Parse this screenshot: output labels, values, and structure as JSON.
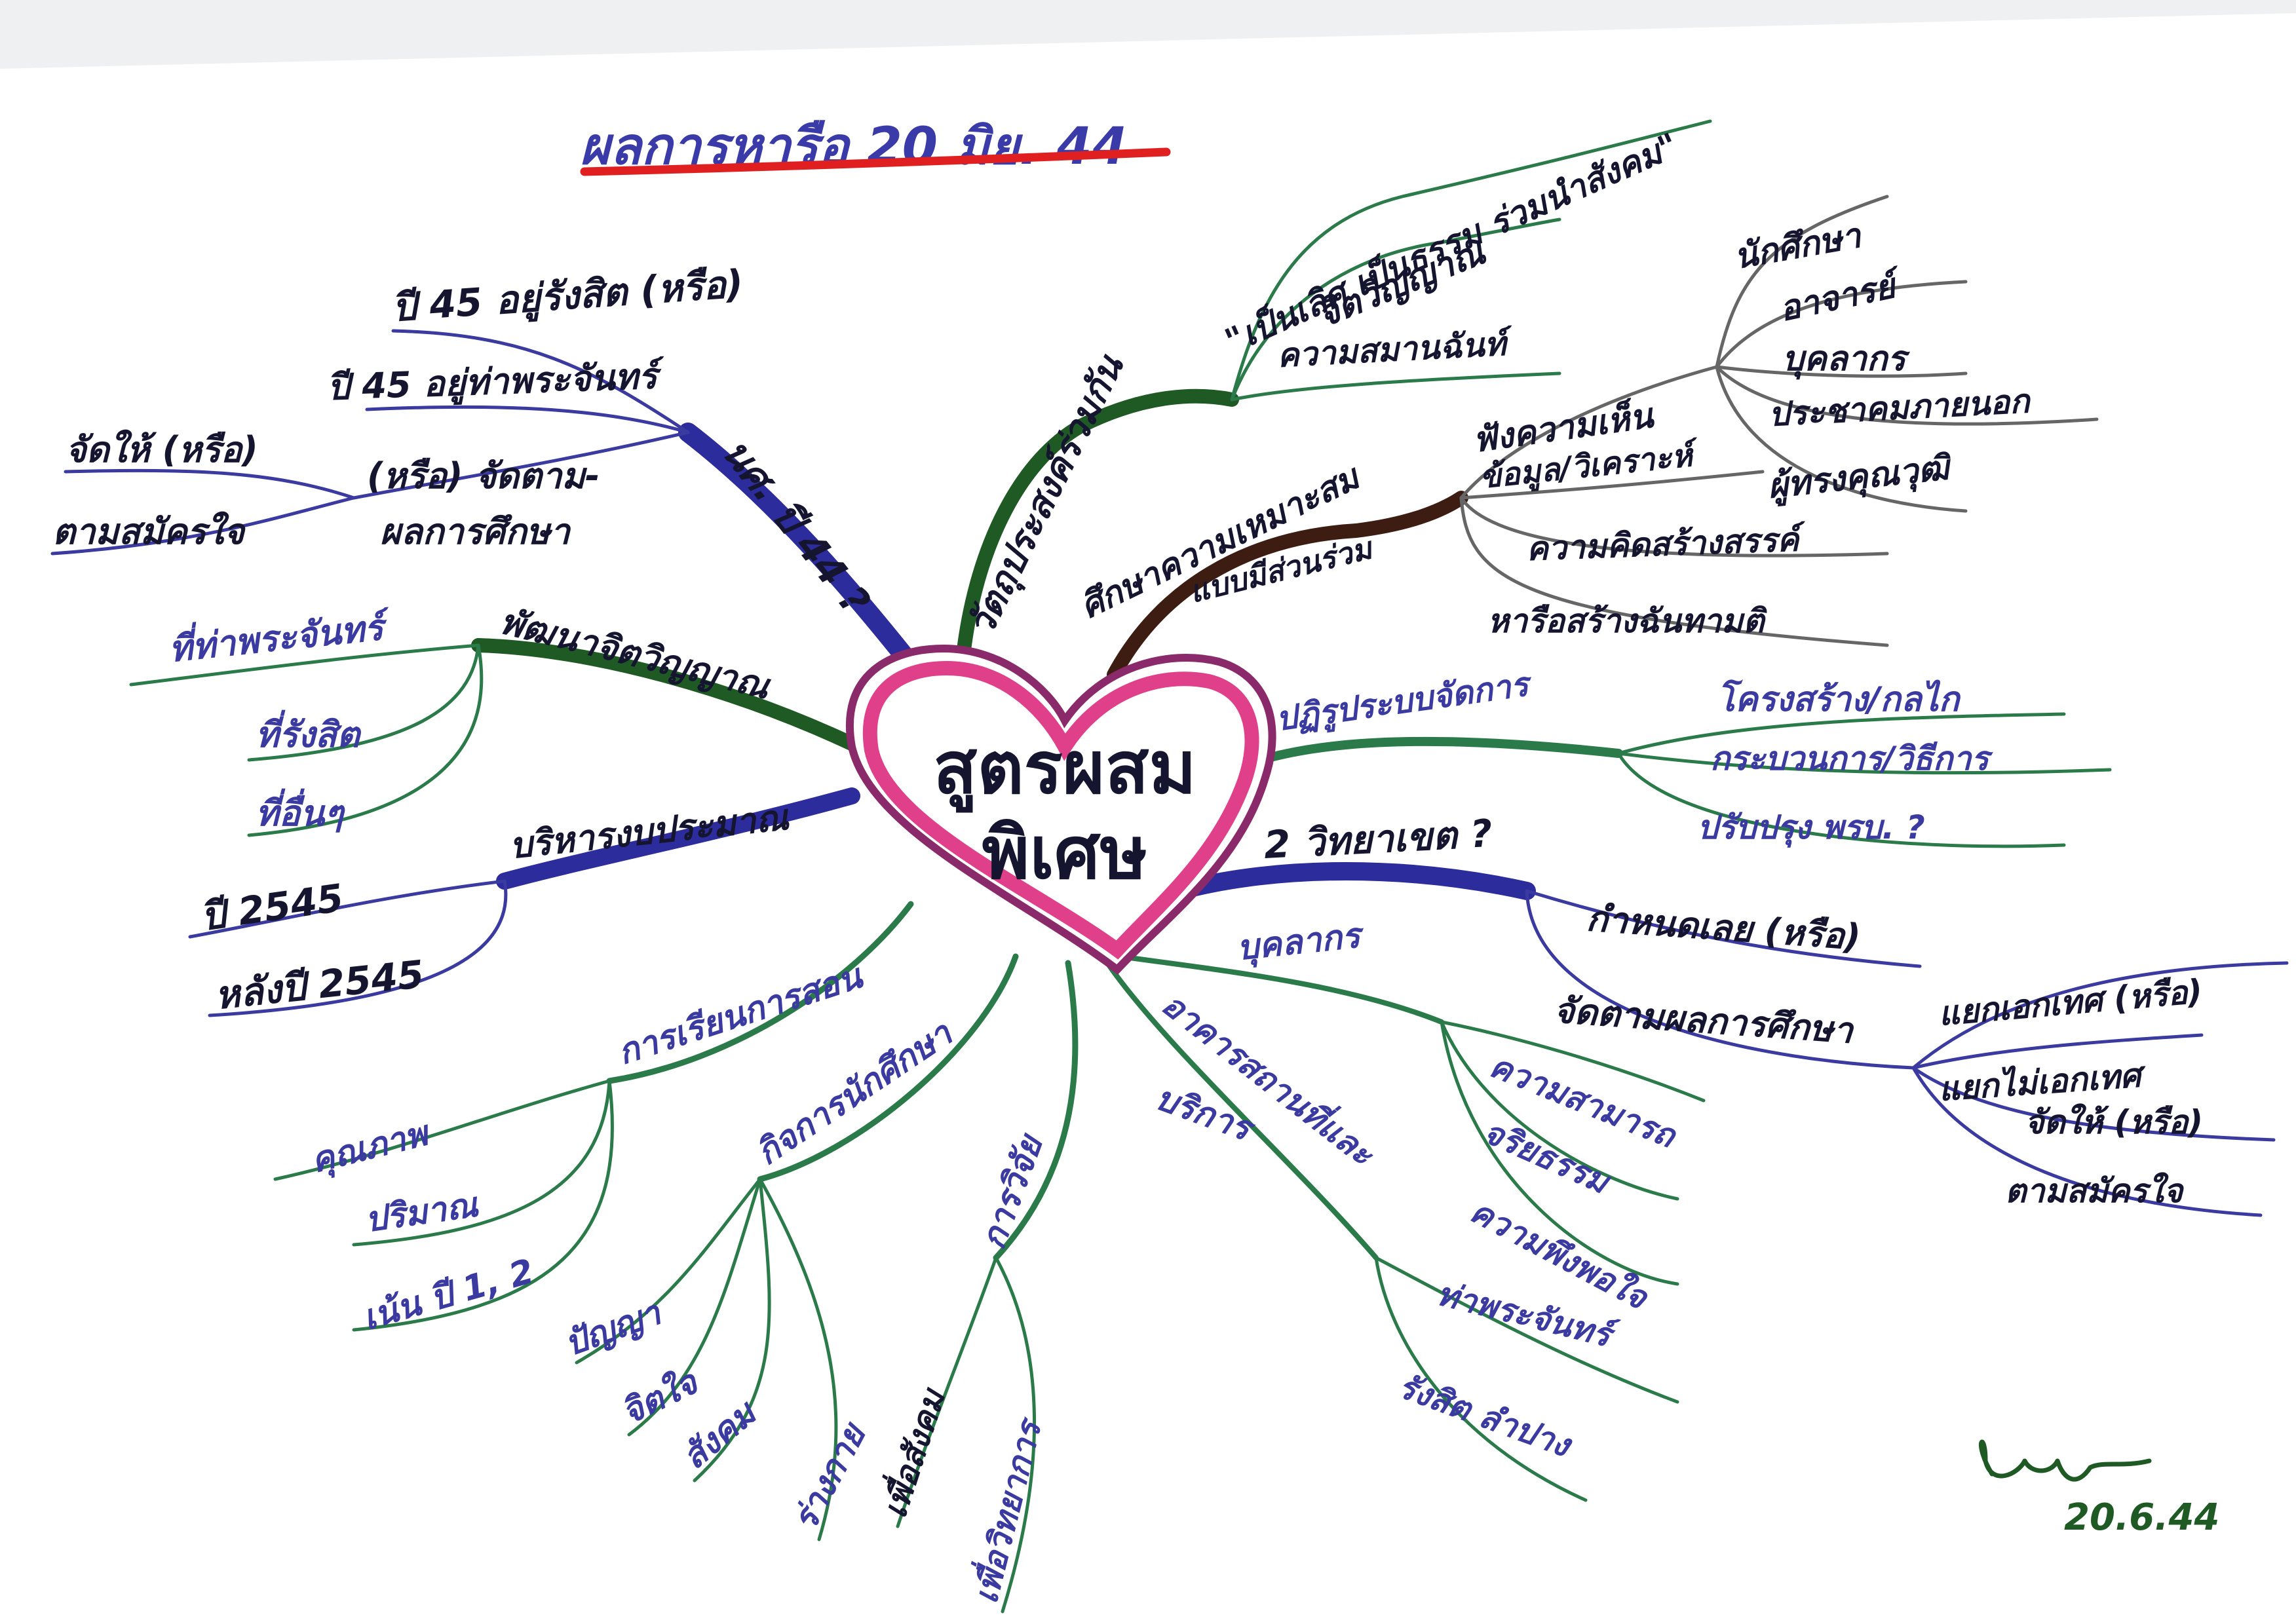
{
  "title": "ผลการหารือ 20 มิย. 44",
  "center": {
    "line1": "สูตรผสม",
    "line2": "พิเศษ"
  },
  "signature": {
    "date": "20.6.44"
  },
  "colors": {
    "title_text": "#3a3aa8",
    "title_underline": "#e02020",
    "heart_outer": "#8a2a6a",
    "heart_inner": "#e0408a",
    "blue": "#2c2c9c",
    "dark_green": "#1f5a24",
    "brown": "#3d1d12",
    "green": "#2a7a4a",
    "gray": "#666666",
    "purple": "#3a3aa0",
    "ink": "#151530"
  },
  "branches": {
    "admission": {
      "label": "นศ. ปี 44 ?",
      "sub1": "ปี 45 อยู่รังสิต (หรือ)",
      "sub2": "ปี 45 อยู่ท่าพระจันทร์",
      "sub3_line1": "(หรือ) จัดตาม-",
      "sub3_line2": "ผลการศึกษา",
      "sub3_a": "จัดให้ (หรือ)",
      "sub3_b": "ตามสมัครใจ"
    },
    "spirit": {
      "label": "พัฒนาจิตวิญญาณ",
      "items": [
        "ที่ท่าพระจันทร์",
        "ที่รังสิต",
        "ที่อื่นๆ"
      ]
    },
    "budget": {
      "label": "บริหารงบประมาณ",
      "items": [
        "ปี 2545",
        "หลังปี 2545"
      ]
    },
    "objective": {
      "label": "วัตถุประสงค์ร่วมกัน",
      "items": [
        "\"เป็นเลิศ เป็นธรรม ร่วมนำสังคม\"",
        "จิตวิญญาณ",
        "ความสมานฉันท์"
      ]
    },
    "study": {
      "label_line1": "ศึกษาความเหมาะสม",
      "label_line2": "แบบมีส่วนร่วม",
      "opinion": "ฟังความเห็น",
      "opinion_items": [
        "นักศึกษา",
        "อาจารย์",
        "บุคลากร",
        "ประชาคมภายนอก",
        "ผู้ทรงคุณวุฒิ"
      ],
      "items": [
        "ข้อมูล/วิเคราะห์",
        "ความคิดสร้างสรรค์",
        "หารือสร้างฉันทามติ"
      ]
    },
    "reform": {
      "label": "ปฏิรูประบบจัดการ",
      "items": [
        "โครงสร้าง/กลไก",
        "กระบวนการ/วิธีการ",
        "ปรับปรุง พรบ. ?"
      ]
    },
    "two_campus": {
      "label": "2 วิทยาเขต ?",
      "sub1": "กำหนดเลย (หรือ)",
      "sub2": "จัดตามผลการศึกษา",
      "sub2_a": "แยกเอกเทศ (หรือ)",
      "sub2_b": "แยกไม่เอกเทศ",
      "sub2_c": "จัดให้ (หรือ)",
      "sub2_d": "ตามสมัครใจ"
    },
    "personnel": {
      "label": "บุคลากร",
      "items": [
        "ความสามารถ",
        "จริยธรรม",
        "ความพึงพอใจ"
      ]
    },
    "facility": {
      "label_line1": "อาคารสถานที่และ",
      "label_line2": "บริการ",
      "items": [
        "ท่าพระจันทร์",
        "รังสิต ลำปาง"
      ]
    },
    "teaching": {
      "label": "การเรียนการสอน",
      "items": [
        "คุณภาพ",
        "ปริมาณ",
        "เน้น ปี 1, 2"
      ]
    },
    "activity": {
      "label": "กิจการนักศึกษา",
      "items": [
        "ปัญญา",
        "จิตใจ",
        "สังคม",
        "ร่างกาย"
      ]
    },
    "research": {
      "label": "การวิจัย",
      "items": [
        "เพื่อสังคม",
        "เพื่อวิทยาการ"
      ]
    }
  }
}
